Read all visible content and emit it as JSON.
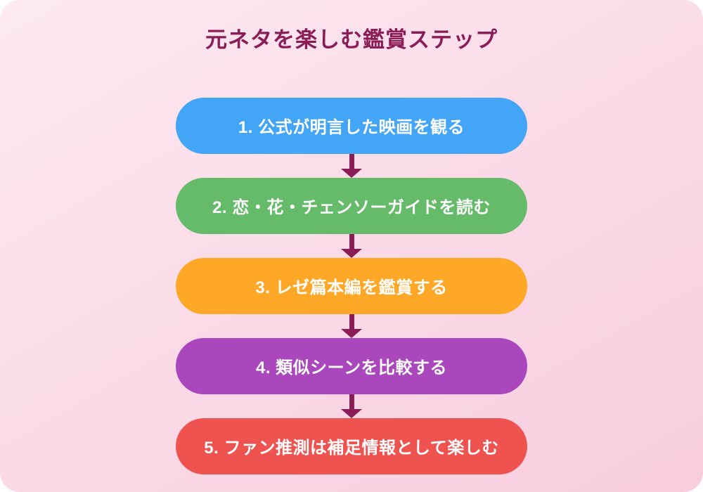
{
  "title": "元ネタを楽しむ鑑賞ステップ",
  "colors": {
    "canvas_background_top": "#fdeaf2",
    "canvas_background_bottom": "#f8cddd",
    "title_text": "#8a1c56",
    "arrow": "#8a1c56",
    "step_text": "#ffffff",
    "step_1": "#42a5f5",
    "step_2": "#66bb6a",
    "step_3": "#ffa726",
    "step_4": "#ab47bc",
    "step_5": "#ef5350"
  },
  "steps": [
    {
      "label": "1. 公式が明言した映画を観る",
      "color": "#42a5f5"
    },
    {
      "label": "2. 恋・花・チェンソーガイドを読む",
      "color": "#66bb6a"
    },
    {
      "label": "3. レゼ篇本編を鑑賞する",
      "color": "#ffa726"
    },
    {
      "label": "4. 類似シーンを比較する",
      "color": "#ab47bc"
    },
    {
      "label": "5. ファン推測は補足情報として楽しむ",
      "color": "#ef5350"
    }
  ]
}
